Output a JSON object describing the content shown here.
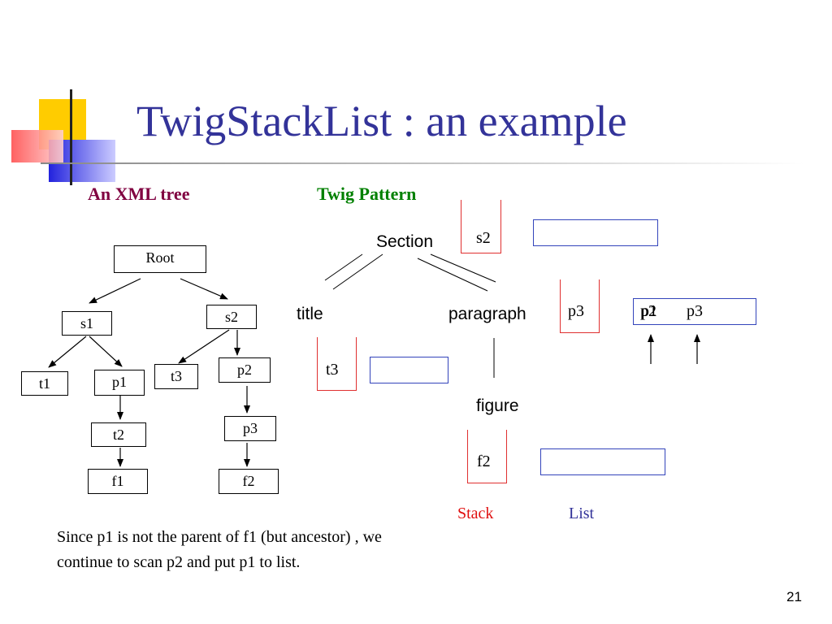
{
  "slide": {
    "title": "TwigStackList : an example",
    "page_number": "21"
  },
  "xml_tree": {
    "heading": "An XML tree",
    "nodes": {
      "root": "Root",
      "s1": "s1",
      "s2": "s2",
      "t1": "t1",
      "p1": "p1",
      "t2": "t2",
      "f1": "f1",
      "t3": "t3",
      "p2": "p2",
      "p3": "p3",
      "f2": "f2"
    }
  },
  "twig_pattern": {
    "heading": "Twig Pattern",
    "nodes": {
      "section": "Section",
      "title": "title",
      "paragraph": "paragraph",
      "figure": "figure"
    }
  },
  "stacks": {
    "section": "s2",
    "title": "t3",
    "paragraph": "p3",
    "figure": "f2"
  },
  "lists": {
    "paragraph_items": [
      "p2",
      "p1",
      "p3"
    ]
  },
  "legend": {
    "stack": "Stack",
    "list": "List"
  },
  "caption": "Since p1 is not the parent of f1 (but ancestor) , we continue to scan p2 and put p1 to list.",
  "colors": {
    "title": "#333399",
    "xml_heading": "#800040",
    "twig_heading": "#008000",
    "stack_border": "#e03030",
    "list_border": "#3344bb",
    "stack_legend": "#e01010",
    "list_legend": "#333399"
  }
}
